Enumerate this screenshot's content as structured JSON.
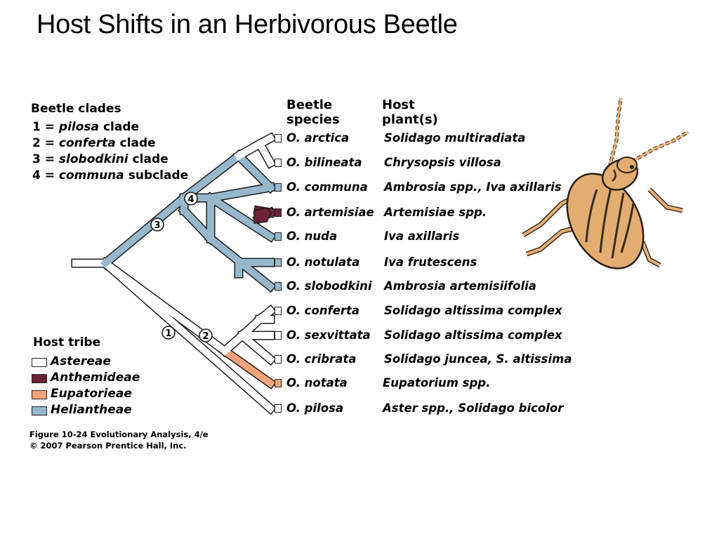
{
  "title": "Host Shifts in an Herbivorous Beetle",
  "clades": {
    "heading": "Beetle clades",
    "items": [
      {
        "num": "1 =",
        "name": "pilosa",
        "suffix": "clade"
      },
      {
        "num": "2 =",
        "name": "conferta",
        "suffix": "clade"
      },
      {
        "num": "3 =",
        "name": "slobodkini",
        "suffix": "clade"
      },
      {
        "num": "4 =",
        "name": "communa",
        "suffix": "subclade"
      }
    ]
  },
  "headers": {
    "species": [
      "Beetle",
      "species"
    ],
    "host": [
      "Host",
      "plant(s)"
    ]
  },
  "tribe": {
    "heading": "Host tribe",
    "items": [
      {
        "name": "Astereae",
        "color": "#ffffff"
      },
      {
        "name": "Anthemideae",
        "color": "#6e2238"
      },
      {
        "name": "Eupatorieae",
        "color": "#f4a47a"
      },
      {
        "name": "Heliantheae",
        "color": "#97b8cc"
      }
    ]
  },
  "species": [
    {
      "name": "O. arctica",
      "host": "Solidago multiradiata",
      "tribe_color": "#ffffff"
    },
    {
      "name": "O. bilineata",
      "host": "Chrysopsis villosa",
      "tribe_color": "#ffffff"
    },
    {
      "name": "O. communa",
      "host": "Ambrosia spp., Iva axillaris",
      "tribe_color": "#97b8cc"
    },
    {
      "name": "O. artemisiae",
      "host": "Artemisiae spp.",
      "tribe_color": "#6e2238"
    },
    {
      "name": "O. nuda",
      "host": "Iva axillaris",
      "tribe_color": "#97b8cc"
    },
    {
      "name": "O. notulata",
      "host": "Iva frutescens",
      "tribe_color": "#97b8cc"
    },
    {
      "name": "O. slobodkini",
      "host": "Ambrosia artemisiifolia",
      "tribe_color": "#97b8cc"
    },
    {
      "name": "O. conferta",
      "host": "Solidago altissima complex",
      "tribe_color": "#ffffff"
    },
    {
      "name": "O. sexvittata",
      "host": "Solidago altissima complex",
      "tribe_color": "#ffffff"
    },
    {
      "name": "O. cribrata",
      "host": "Solidago juncea, S. altissima",
      "tribe_color": "#ffffff"
    },
    {
      "name": "O. notata",
      "host": "Eupatorium spp.",
      "tribe_color": "#f4a47a"
    },
    {
      "name": "O. pilosa",
      "host": "Aster spp., Solidago bicolor",
      "tribe_color": "#ffffff"
    }
  ],
  "node_labels": [
    "1",
    "2",
    "3",
    "4"
  ],
  "caption": {
    "line1": "Figure 10-24  Evolutionary Analysis, 4/e",
    "line2": "© 2007 Pearson Prentice Hall, Inc."
  },
  "image": {
    "subject": "leaf-beetle-illustration"
  }
}
